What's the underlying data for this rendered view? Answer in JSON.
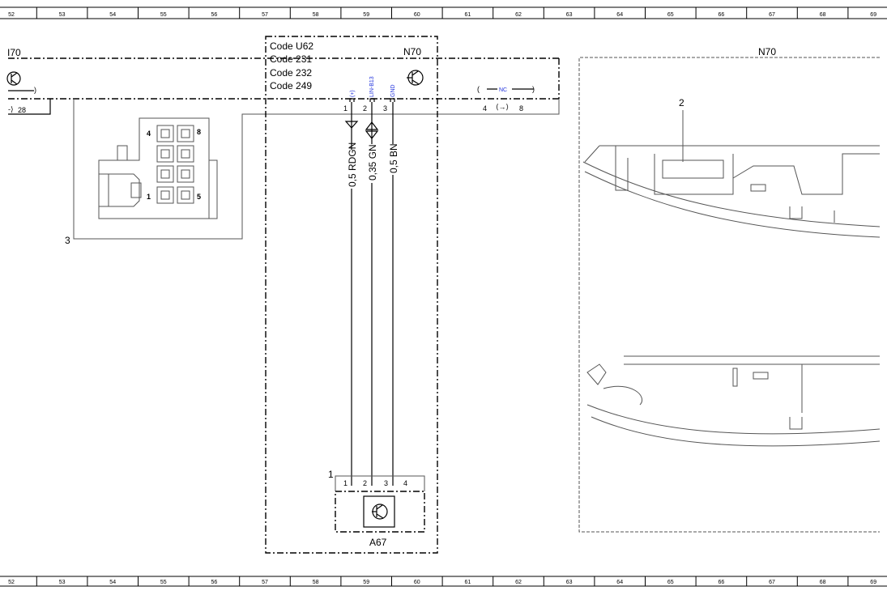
{
  "ruler": {
    "columns": [
      "52",
      "53",
      "54",
      "55",
      "56",
      "57",
      "58",
      "59",
      "60",
      "61",
      "62",
      "63",
      "64",
      "65",
      "66",
      "67",
      "68",
      "69"
    ]
  },
  "left_component": {
    "label": "I70",
    "pin": "28",
    "wire_ref": "3",
    "connector_pins": [
      "4",
      "8",
      "1",
      "5"
    ]
  },
  "code_box": {
    "lines": [
      "Code U62",
      "Code 231",
      "Code 232",
      "Code 249"
    ]
  },
  "module": {
    "label": "N70",
    "pins": [
      {
        "num": "1",
        "signal": "(+)"
      },
      {
        "num": "2",
        "signal": "LIN-B13"
      },
      {
        "num": "3",
        "signal": "GND"
      }
    ],
    "nc": {
      "label": "NC",
      "pins": [
        "4",
        "8"
      ]
    }
  },
  "wires": [
    "0,5 RDGN",
    "0,35 GN",
    "0,5 BN"
  ],
  "sensor": {
    "label": "A67",
    "connector_ref": "1",
    "pins": [
      "1",
      "2",
      "3",
      "4"
    ]
  },
  "photo": {
    "label": "N70",
    "ref": "2"
  }
}
